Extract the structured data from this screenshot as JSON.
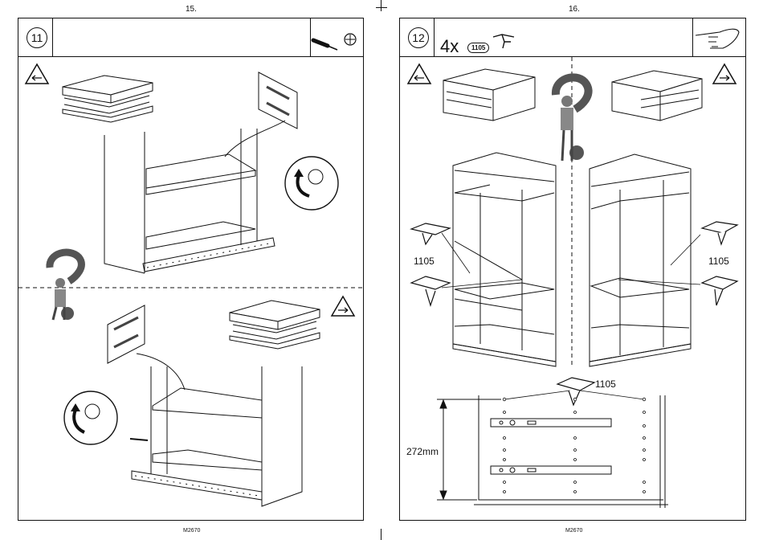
{
  "pages": [
    {
      "number": "15.",
      "step": "11",
      "tool_icons": [
        "screwdriver-icon",
        "phillips-head-icon"
      ],
      "footer": "M2670"
    },
    {
      "number": "16.",
      "step": "12",
      "quantity": "4x",
      "part_code": "1105",
      "part_label_left": "1105",
      "part_label_right": "1105",
      "part_label_bottom": "1105",
      "dimension": "272mm",
      "tool_icons": [
        "hand-push-icon"
      ],
      "footer": "M2670"
    }
  ]
}
